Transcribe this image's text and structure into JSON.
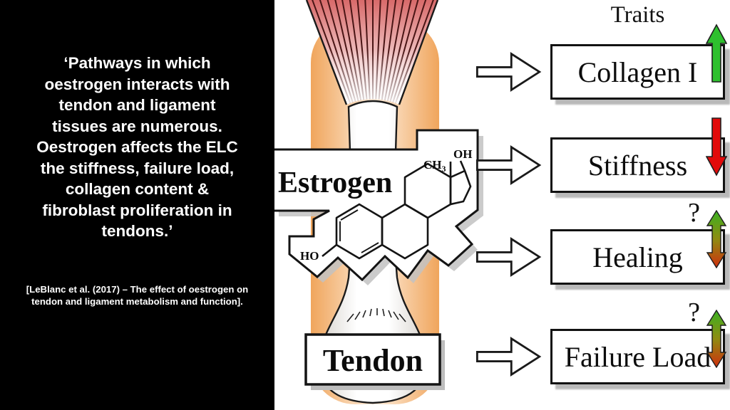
{
  "left_panel": {
    "quote": "‘Pathways in which\noestrogen interacts with\ntendon and ligament\ntissues are numerous.\nOestrogen affects the ELC\nthe stiffness, failure load,\ncollagen content &\nfibroblast proliferation in\ntendons.’",
    "citation": "[LeBlanc et al. (2017) – The effect of oestrogen on\ntendon and ligament metabolism and function]."
  },
  "diagram": {
    "estrogen_label": "Estrogen",
    "tendon_label": "Tendon",
    "molecule_labels": {
      "ch3_base": "CH",
      "ch3_sub": "3",
      "oh": "OH",
      "ho": "HO"
    }
  },
  "traits_panel": {
    "header": "Traits",
    "rows": [
      {
        "label": "Collagen I",
        "indicator": "up",
        "question": ""
      },
      {
        "label": "Stiffness",
        "indicator": "down",
        "question": ""
      },
      {
        "label": "Healing",
        "indicator": "both",
        "question": "?"
      },
      {
        "label": "Failure Load",
        "indicator": "both",
        "question": "?"
      }
    ]
  },
  "colors": {
    "up_green": "#2ec02e",
    "down_red": "#e20a0a",
    "both_gradient_top": "#3ab122",
    "both_gradient_mid": "#8f8c12",
    "both_gradient_bottom": "#cf2e0e",
    "band_orange": "#f0a55c",
    "muscle_red": "#d86a6a"
  }
}
